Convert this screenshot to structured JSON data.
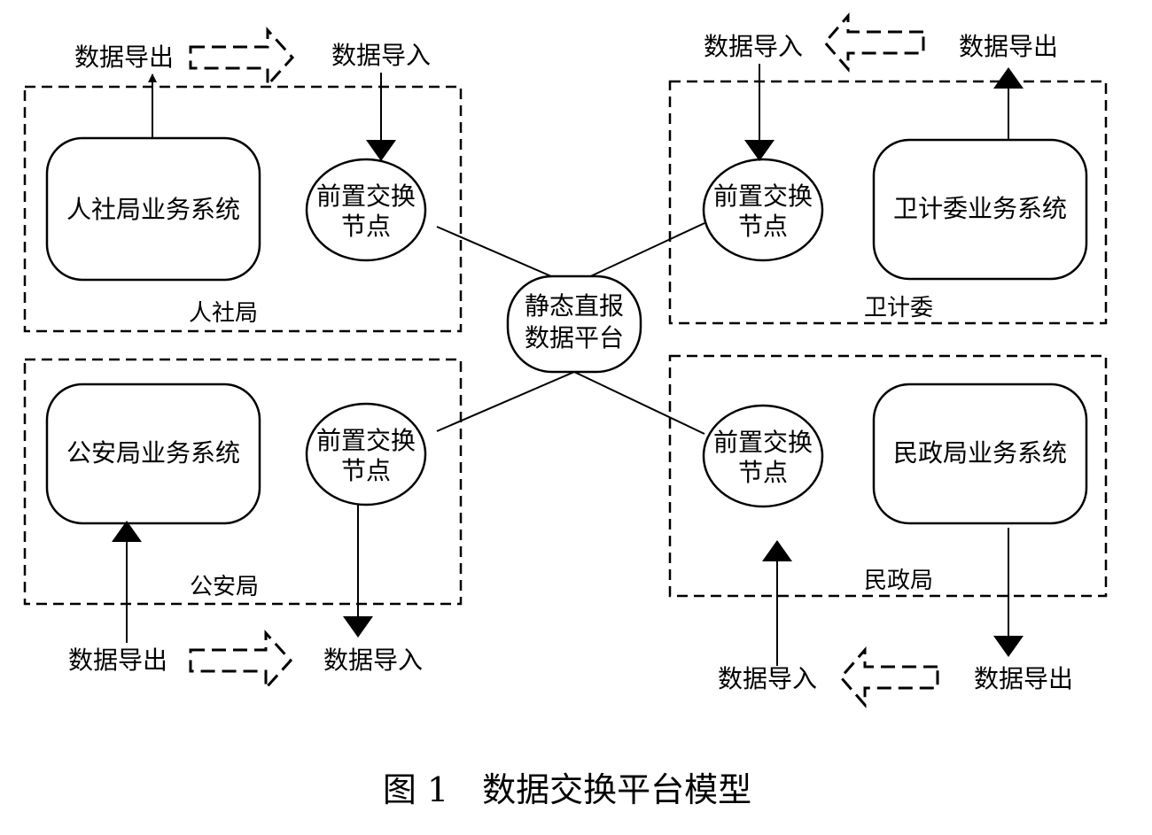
{
  "center": {
    "line1": "静态直报",
    "line2": "数据平台"
  },
  "front_node": {
    "line1": "前置交换",
    "line2": "节点"
  },
  "labels": {
    "export": "数据导出",
    "import": "数据导入"
  },
  "groups": {
    "rsj": {
      "name": "人社局",
      "system": "人社局业务系统"
    },
    "wjw": {
      "name": "卫计委",
      "system": "卫计委业务系统"
    },
    "gaj": {
      "name": "公安局",
      "system": "公安局业务系统"
    },
    "mzj": {
      "name": "民政局",
      "system": "民政局业务系统"
    }
  },
  "caption": "图 1　数据交换平台模型"
}
